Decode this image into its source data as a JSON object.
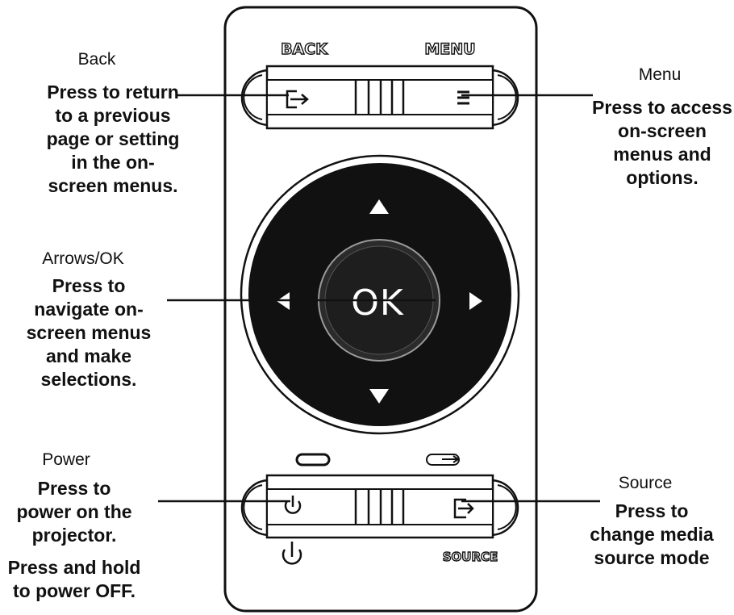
{
  "remote": {
    "back_label": "BACK",
    "menu_label": "MENU",
    "ok_label": "OK",
    "source_label": "SOURCE"
  },
  "callouts": {
    "back": {
      "title": "Back",
      "lines": [
        "Press to return",
        "to a previous",
        "page or setting",
        "in the on-",
        "screen menus."
      ]
    },
    "menu": {
      "title": "Menu",
      "lines": [
        "Press  to access",
        "on-screen",
        "menus and",
        "options."
      ]
    },
    "arrows_ok": {
      "title": "Arrows/OK",
      "lines": [
        "Press to",
        "navigate on-",
        "screen menus",
        "and make",
        "selections."
      ]
    },
    "power": {
      "title": "Power",
      "lines": [
        "Press to",
        "power on the",
        "projector."
      ],
      "extra_lines": [
        "Press and hold",
        "to power OFF."
      ]
    },
    "source": {
      "title": "Source",
      "lines": [
        "Press to",
        "change media",
        "source mode"
      ]
    }
  }
}
